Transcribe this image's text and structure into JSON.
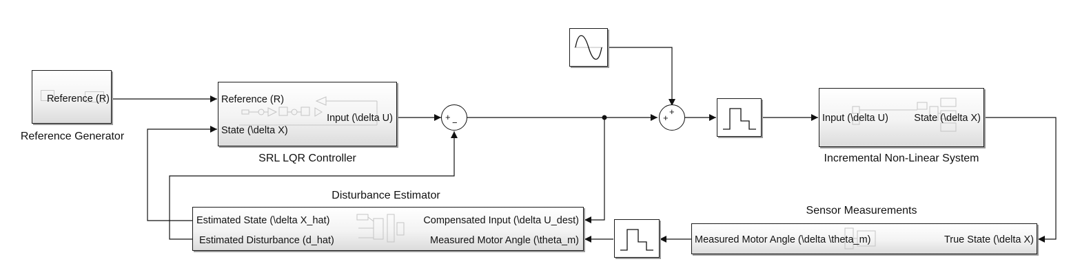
{
  "blocks": {
    "reference_generator": {
      "caption": "Reference Generator",
      "out_port": "Reference (R)"
    },
    "controller": {
      "caption": "SRL LQR Controller",
      "in_ports": [
        "Reference (R)",
        "State (\\delta X)"
      ],
      "out_port": "Input (\\delta U)"
    },
    "system": {
      "caption": "Incremental Non-Linear System",
      "in_port": "Input (\\delta U)",
      "out_port": "State (\\delta X)"
    },
    "disturbance_estimator": {
      "caption": "Disturbance Estimator",
      "out_ports": [
        "Estimated State (\\delta X_hat)",
        "Estimated Disturbance (d_hat)"
      ],
      "in_ports": [
        "Compensated Input (\\delta U_dest)",
        "Measured Motor Angle (\\theta_m)"
      ]
    },
    "sensor": {
      "caption": "Sensor Measurements",
      "out_port": "Measured Motor Angle (\\delta \\theta_m)",
      "in_port": "True State (\\delta X)"
    }
  },
  "sum_blocks": {
    "sum1": {
      "signs": [
        "+",
        "−"
      ]
    },
    "sum2": {
      "signs": [
        "+",
        "+"
      ]
    }
  },
  "icons": [
    "sine-wave-icon",
    "zero-order-hold-icon"
  ]
}
